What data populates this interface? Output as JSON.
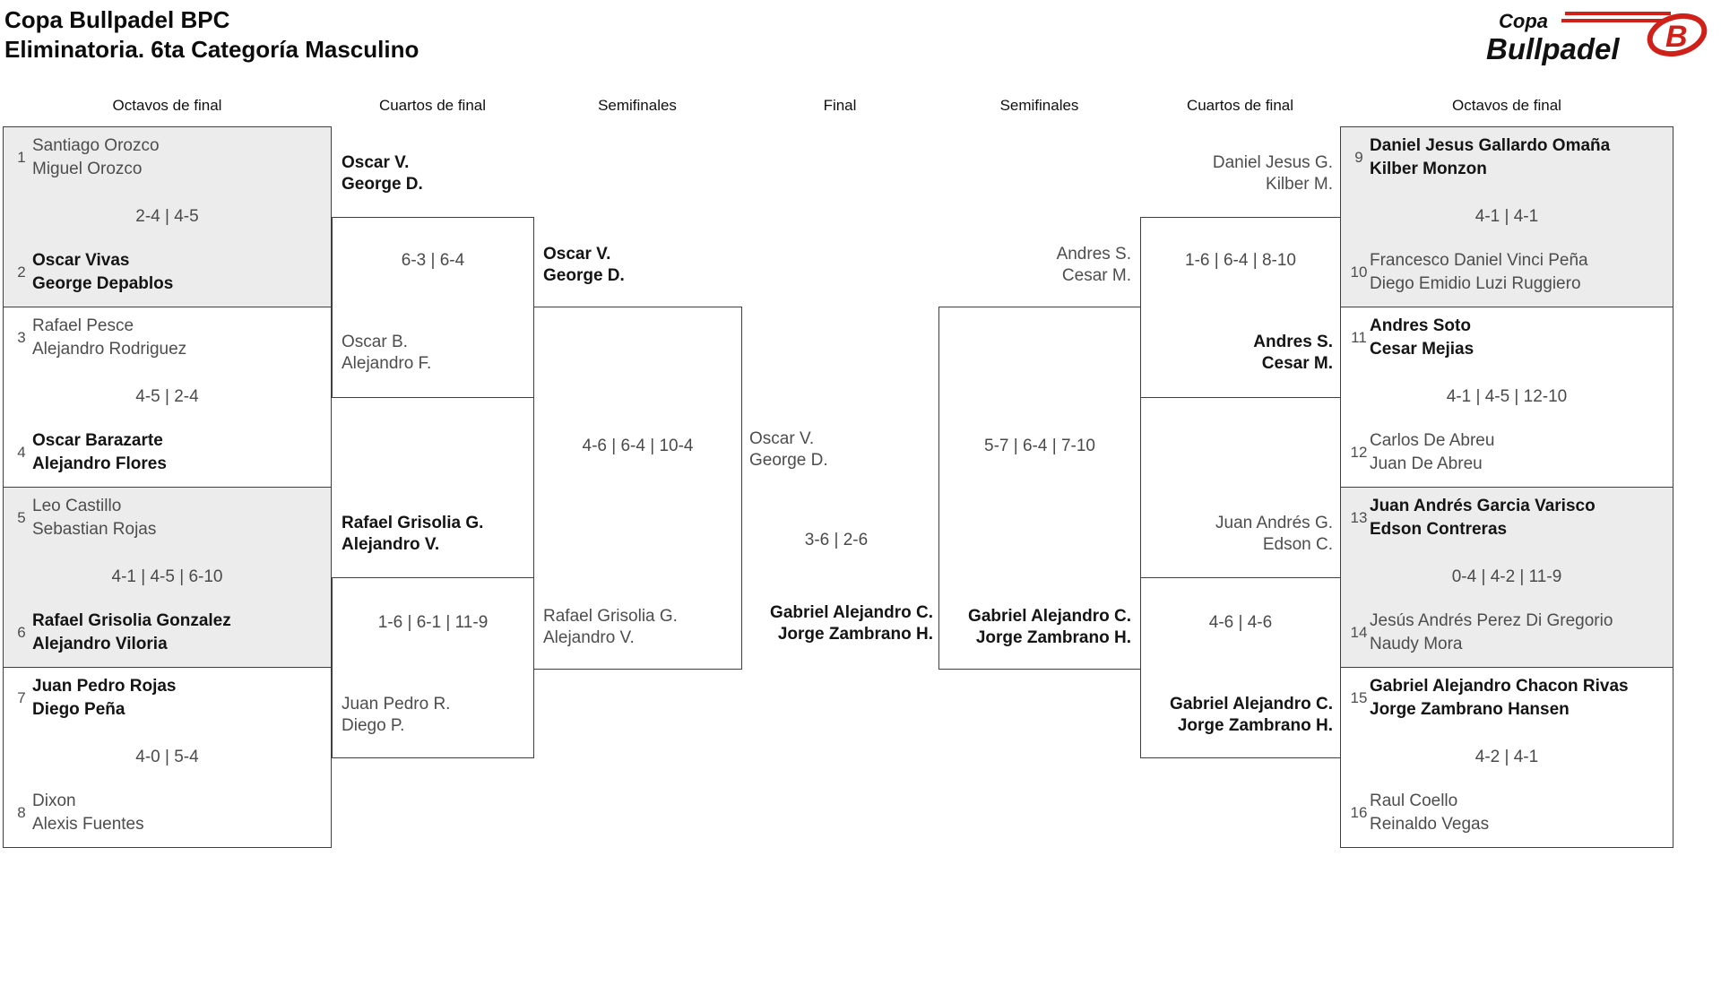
{
  "header": {
    "title_line1": "Copa Bullpadel BPC",
    "title_line2": "Eliminatoria. 6ta Categoría Masculino"
  },
  "logo": {
    "top": "Copa",
    "main": "Bullpadel",
    "accent_color": "#d0201a"
  },
  "rounds": [
    "Octavos de final",
    "Cuartos de final",
    "Semifinales",
    "Final",
    "Semifinales",
    "Cuartos de final",
    "Octavos de final"
  ],
  "r16": [
    {
      "seed_t": "1",
      "top": [
        "Santiago Orozco",
        "Miguel Orozco"
      ],
      "top_winner": false,
      "score": "2-4 | 4-5",
      "seed_b": "2",
      "bottom": [
        "Oscar Vivas",
        "George Depablos"
      ],
      "bottom_winner": true
    },
    {
      "seed_t": "3",
      "top": [
        "Rafael Pesce",
        "Alejandro Rodriguez"
      ],
      "top_winner": false,
      "score": "4-5 | 2-4",
      "seed_b": "4",
      "bottom": [
        "Oscar Barazarte",
        "Alejandro Flores"
      ],
      "bottom_winner": true
    },
    {
      "seed_t": "5",
      "top": [
        "Leo Castillo",
        "Sebastian Rojas"
      ],
      "top_winner": false,
      "score": "4-1 | 4-5 | 6-10",
      "seed_b": "6",
      "bottom": [
        "Rafael Grisolia Gonzalez",
        "Alejandro Viloria"
      ],
      "bottom_winner": true
    },
    {
      "seed_t": "7",
      "top": [
        "Juan Pedro Rojas",
        "Diego Peña"
      ],
      "top_winner": true,
      "score": "4-0 | 5-4",
      "seed_b": "8",
      "bottom": [
        "Dixon",
        "Alexis Fuentes"
      ],
      "bottom_winner": false
    },
    {
      "seed_t": "9",
      "top": [
        "Daniel Jesus Gallardo Omaña",
        "Kilber Monzon"
      ],
      "top_winner": true,
      "score": "4-1 | 4-1",
      "seed_b": "10",
      "bottom": [
        "Francesco Daniel Vinci Peña",
        "Diego Emidio Luzi Ruggiero"
      ],
      "bottom_winner": false
    },
    {
      "seed_t": "11",
      "top": [
        "Andres Soto",
        "Cesar Mejias"
      ],
      "top_winner": true,
      "score": "4-1 | 4-5 | 12-10",
      "seed_b": "12",
      "bottom": [
        "Carlos De Abreu",
        "Juan De Abreu"
      ],
      "bottom_winner": false
    },
    {
      "seed_t": "13",
      "top": [
        "Juan Andrés Garcia Varisco",
        "Edson Contreras"
      ],
      "top_winner": true,
      "score": "0-4 | 4-2 | 11-9",
      "seed_b": "14",
      "bottom": [
        "Jesús Andrés Perez Di Gregorio",
        "Naudy Mora"
      ],
      "bottom_winner": false
    },
    {
      "seed_t": "15",
      "top": [
        "Gabriel Alejandro Chacon Rivas",
        "Jorge Zambrano Hansen"
      ],
      "top_winner": true,
      "score": "4-2 | 4-1",
      "seed_b": "16",
      "bottom": [
        "Raul Coello",
        "Reinaldo Vegas"
      ],
      "bottom_winner": false
    }
  ],
  "qf": [
    {
      "top": [
        "Oscar V.",
        "George D."
      ],
      "top_winner": true,
      "score": "6-3 | 6-4",
      "bottom": [
        "Oscar B.",
        "Alejandro F."
      ],
      "bottom_winner": false
    },
    {
      "top": [
        "Rafael Grisolia G.",
        "Alejandro V."
      ],
      "top_winner": true,
      "score": "1-6 | 6-1 | 11-9",
      "bottom": [
        "Juan Pedro R.",
        "Diego P."
      ],
      "bottom_winner": false
    },
    {
      "top": [
        "Daniel Jesus G.",
        "Kilber M."
      ],
      "top_winner": false,
      "score": "1-6 | 6-4 | 8-10",
      "bottom": [
        "Andres S.",
        "Cesar M."
      ],
      "bottom_winner": true
    },
    {
      "top": [
        "Juan Andrés G.",
        "Edson C."
      ],
      "top_winner": false,
      "score": "4-6 | 4-6",
      "bottom": [
        "Gabriel Alejandro C.",
        "Jorge Zambrano H."
      ],
      "bottom_winner": true
    }
  ],
  "sf": [
    {
      "top": [
        "Oscar V.",
        "George D."
      ],
      "top_winner": true,
      "score": "4-6 | 6-4 | 10-4",
      "bottom": [
        "Rafael Grisolia G.",
        "Alejandro V."
      ],
      "bottom_winner": false
    },
    {
      "top": [
        "Andres S.",
        "Cesar M."
      ],
      "top_winner": false,
      "score": "5-7 | 6-4 | 7-10",
      "bottom": [
        "Gabriel Alejandro C.",
        "Jorge Zambrano H."
      ],
      "bottom_winner": true
    }
  ],
  "fin": {
    "left": [
      "Oscar V.",
      "George D."
    ],
    "left_winner": false,
    "score": "3-6 | 2-6",
    "right": [
      "Gabriel Alejandro C.",
      "Jorge Zambrano H."
    ],
    "right_winner": true
  }
}
